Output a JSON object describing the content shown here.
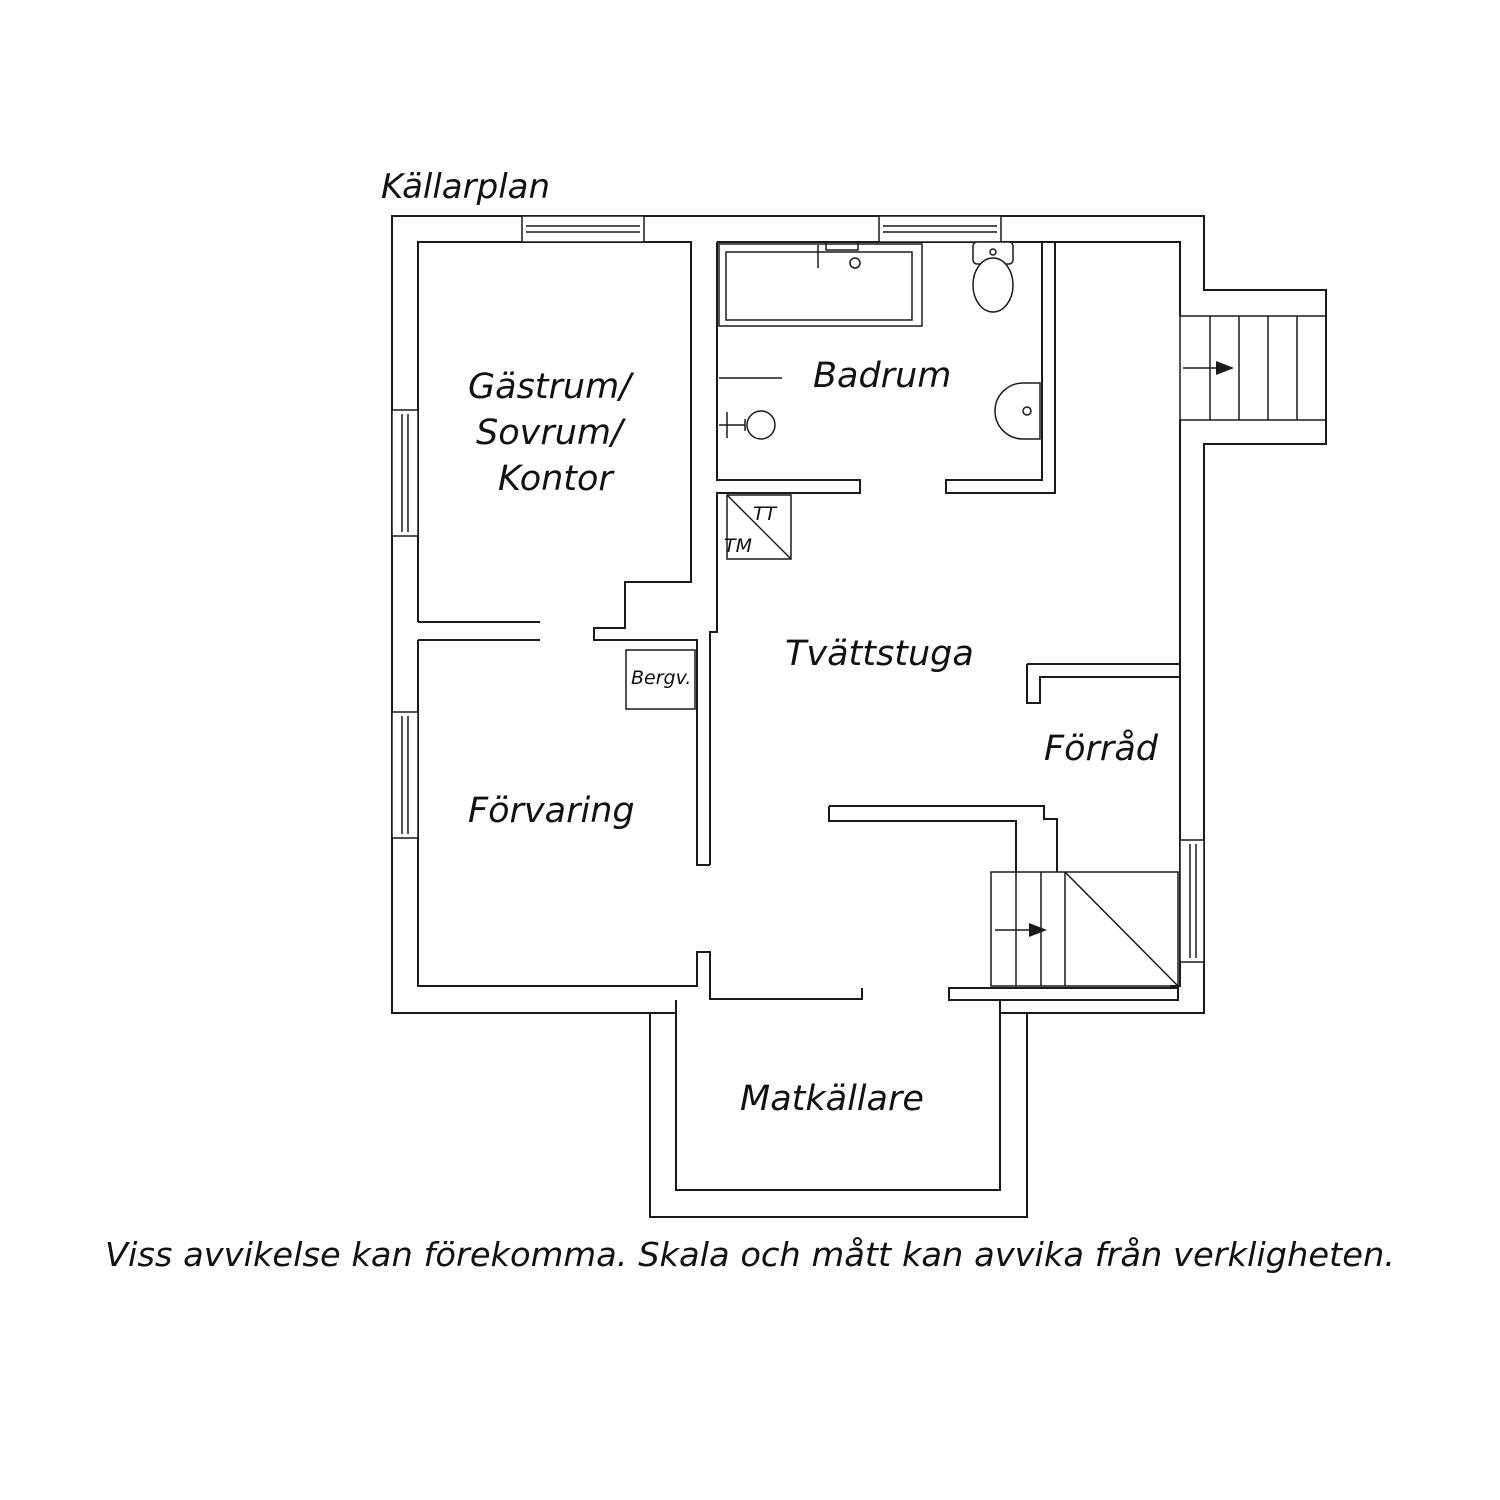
{
  "plan": {
    "title": "Källarplan",
    "disclaimer": "Viss avvikelse kan förekomma. Skala och mått kan avvika från verkligheten."
  },
  "rooms": {
    "guest_line1": "Gästrum/",
    "guest_line2": "Sovrum/",
    "guest_line3": "Kontor",
    "bathroom": "Badrum",
    "laundry": "Tvättstuga",
    "storage": "Förvaring",
    "storeroom": "Förråd",
    "food_cellar": "Matkällare"
  },
  "labels": {
    "tt": "TT",
    "tm": "TM",
    "rock_heat": "Bergv."
  }
}
